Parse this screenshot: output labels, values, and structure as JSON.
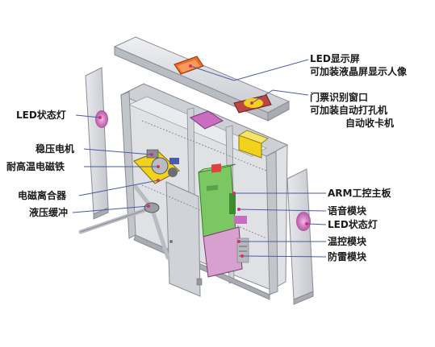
{
  "labels": {
    "led_display_1": "LED显示屏",
    "led_display_2": "可加装液晶屏显示人像",
    "ticket_window_1": "门票识别窗口",
    "ticket_window_2": "可加装自动打孔机",
    "ticket_window_3": "自动收卡机",
    "led_status_left": "LED状态灯",
    "stabilizer_motor": "稳压电机",
    "solenoid": "耐高温电磁铁",
    "clutch": "电磁离合器",
    "hydraulic_buffer": "液压缓冲",
    "arm_board": "ARM工控主板",
    "voice_module": "语音模块",
    "led_status_right": "LED状态灯",
    "temp_module": "温控模块",
    "lightning_module": "防雷模块"
  },
  "colors": {
    "frame": "#d4d6da",
    "frame_edge": "#8a8d93",
    "pink": "#c86dc0",
    "green_board": "#7bc862",
    "yellow": "#f2d21c",
    "orange_display": "#f06a28",
    "leader_line": "#4a5aa8",
    "leader_dot": "#d03070"
  }
}
